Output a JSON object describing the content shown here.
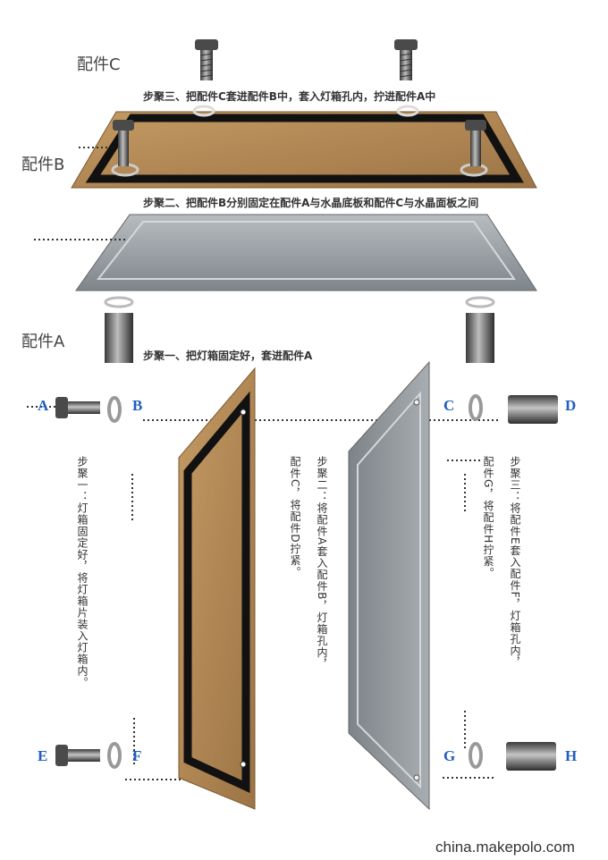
{
  "labels": {
    "part_c": "配件C",
    "part_b": "配件B",
    "part_a": "配件A",
    "step3_top": "步聚三、把配件C套进配件B中，套入灯箱孔内，拧进配件A中",
    "step2_top": "步聚二、把配件B分别固定在配件A与水晶底板和配件C与水晶面板之间",
    "step1_top": "步聚一、把灯箱固定好，套进配件A"
  },
  "letters": {
    "a": "A",
    "b": "B",
    "c": "C",
    "d": "D",
    "e": "E",
    "f": "F",
    "g": "G",
    "h": "H"
  },
  "vertical_steps": {
    "step1": "步聚一：灯箱固定好，将灯箱片装入灯箱内。",
    "step2_col1": "步聚二：将配件A套入配件B，灯箱孔内，",
    "step2_col2": "配件C，将配件D拧紧。",
    "step3_col1": "步聚三：将配件E套入配件F，灯箱孔内，",
    "step3_col2": "配件G，将配件H拧紧。"
  },
  "watermark": "china.makepolo.com",
  "colors": {
    "wood": "#b38a55",
    "black_frame": "#111111",
    "gray_panel": "#8f9599",
    "metal": "#5a5a5a",
    "letter_blue": "#1f5fbf"
  }
}
